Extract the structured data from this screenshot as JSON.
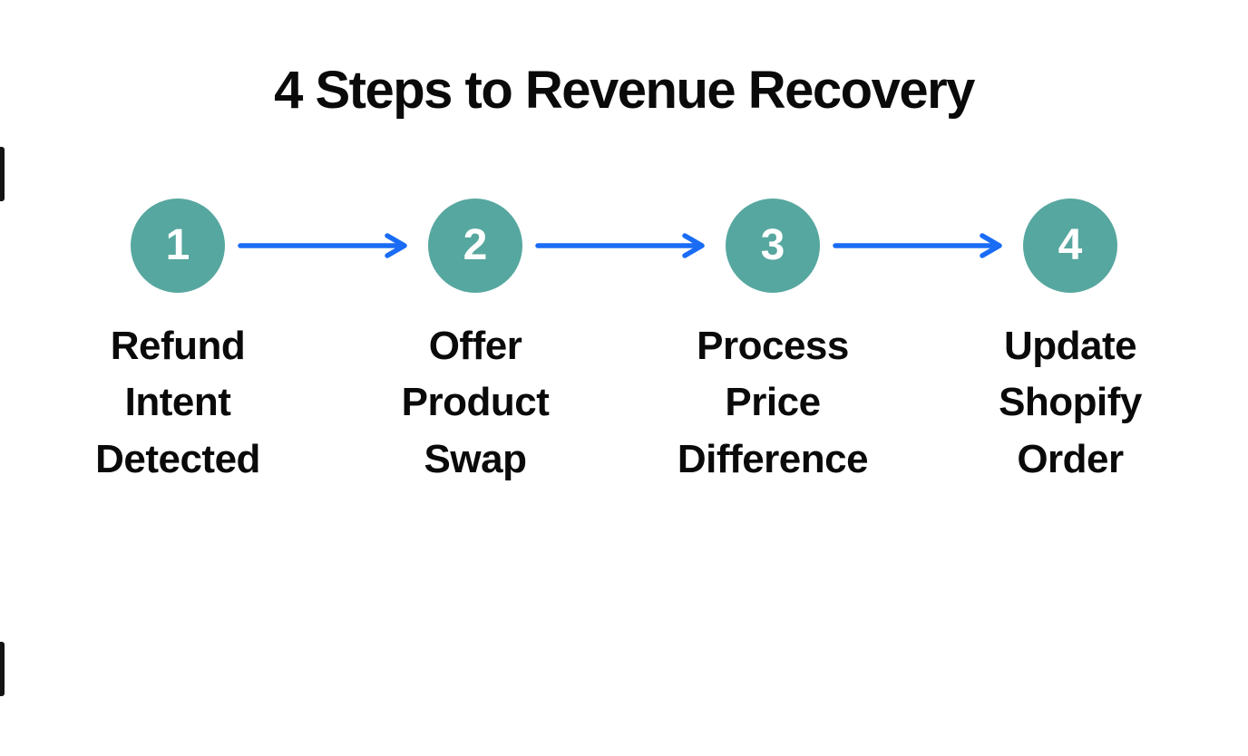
{
  "title": "4 Steps to Revenue Recovery",
  "colors": {
    "circle_fill": "#56a79f",
    "circle_number": "#ffffff",
    "arrow": "#1a6cf5",
    "text": "#0a0a0a"
  },
  "steps": [
    {
      "number": "1",
      "label": "Refund\nIntent\nDetected"
    },
    {
      "number": "2",
      "label": "Offer\nProduct\nSwap"
    },
    {
      "number": "3",
      "label": "Process\nPrice\nDifference"
    },
    {
      "number": "4",
      "label": "Update\nShopify\nOrder"
    }
  ]
}
